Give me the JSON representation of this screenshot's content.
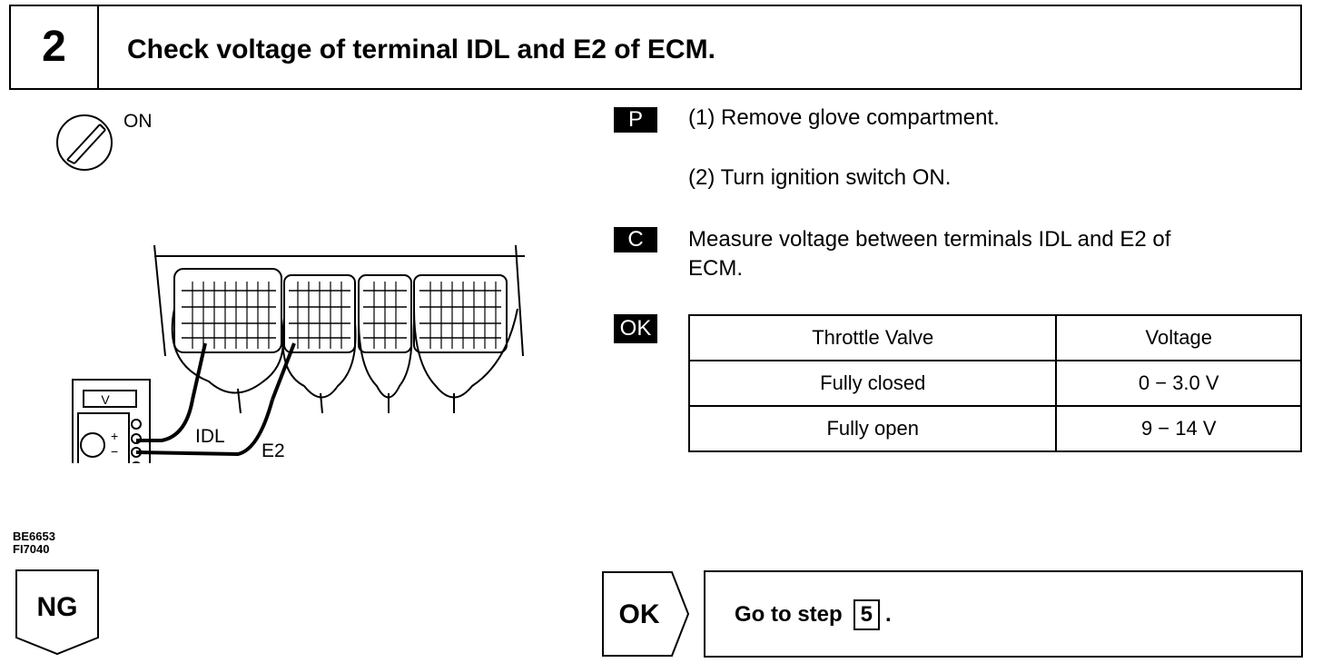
{
  "header": {
    "step_number": "2",
    "title": "Check voltage of terminal IDL and E2 of ECM."
  },
  "diagram": {
    "ignition_label": "ON",
    "meter_label": "V",
    "terminal_idl": "IDL",
    "terminal_e2": "E2",
    "plus_sign": "+",
    "minus_sign": "−",
    "figure_codes": [
      "BE6653",
      "FI7040"
    ]
  },
  "instructions": {
    "prep_badge": "P",
    "prep_steps": [
      "(1) Remove glove compartment.",
      "(2) Turn ignition switch ON."
    ],
    "check_badge": "C",
    "check_text_line1": "Measure voltage between terminals IDL and E2 of",
    "check_text_line2": "ECM.",
    "ok_badge": "OK"
  },
  "spec_table": {
    "headers": [
      "Throttle Valve",
      "Voltage"
    ],
    "rows": [
      [
        "Fully closed",
        "0 − 3.0 V"
      ],
      [
        "Fully open",
        "9 − 14 V"
      ]
    ]
  },
  "result": {
    "ng_label": "NG",
    "ok_label": "OK",
    "goto_prefix": "Go to step",
    "goto_step": "5",
    "goto_suffix": "."
  }
}
